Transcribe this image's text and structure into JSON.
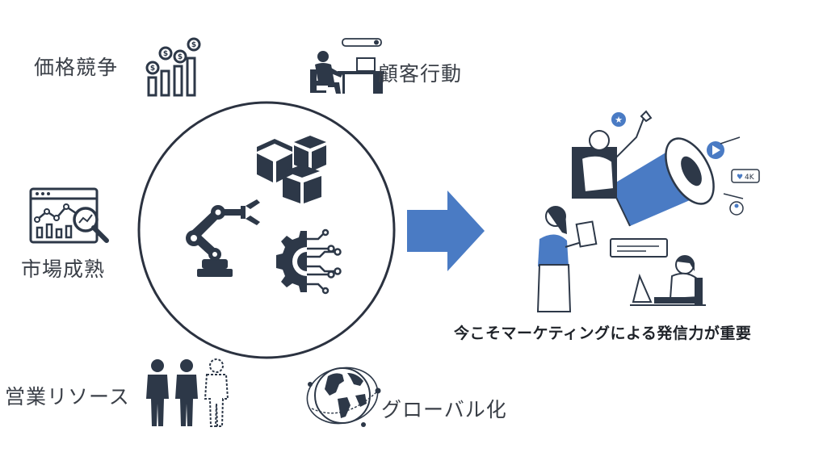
{
  "factors": {
    "price_competition": "価格競争",
    "customer_behavior": "顧客行動",
    "market_maturity": "市場成熟",
    "sales_resources": "営業リソース",
    "globalization": "グローバル化"
  },
  "conclusion": "今こそマーケティングによる発信力が重要",
  "illustration": {
    "badge_4k": "4K"
  },
  "colors": {
    "navy": "#2d3848",
    "blue": "#4a7bc4",
    "circle_stroke": "#2b3240"
  }
}
